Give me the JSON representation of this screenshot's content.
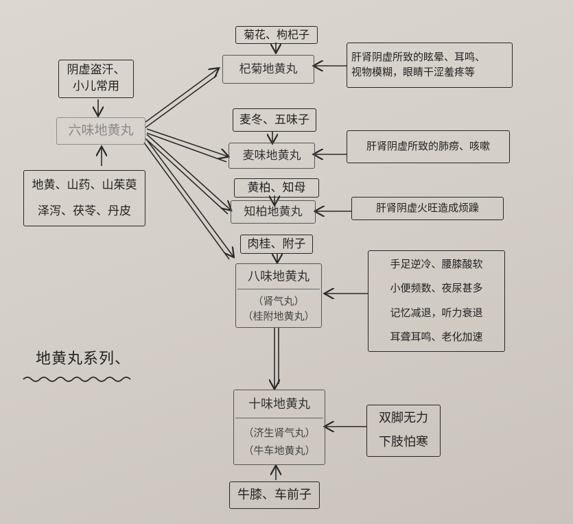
{
  "diagram": {
    "title": "地黄丸系列、",
    "nodes": {
      "source_top": "阴虚盗汗、小儿常用",
      "source_liuwei": "六味地黄丸",
      "source_ingredients": [
        "地黄、山药、山茱萸",
        "泽泻、茯苓、丹皮"
      ],
      "qiju_added": "菊花、枸杞子",
      "qiju_name": "杞菊地黄丸",
      "qiju_use": [
        "肝肾阴虚所致的眩晕、耳鸣、",
        "视物模糊，眼睛干涩羞疼等"
      ],
      "maiwei_added": "麦冬、五味子",
      "maiwei_name": "麦味地黄丸",
      "maiwei_use": "肝肾阴虚所致的肺痨、咳嗽",
      "zhibai_added": "黄柏、知母",
      "zhibai_name": "知柏地黄丸",
      "zhibai_use": "肝肾阴虚火旺造成烦躁",
      "bawei_added": "肉桂、附子",
      "bawei_name": "八味地黄丸",
      "bawei_alias": [
        "（肾气丸）",
        "（桂附地黄丸）"
      ],
      "bawei_use": [
        "手足逆冷、腰膝酸软",
        "小便频数、夜尿甚多",
        "记忆减退，听力衰退",
        "耳聋耳鸣、老化加速"
      ],
      "shiwei_name": "十味地黄丸",
      "shiwei_alias": [
        "（济生肾气丸）",
        "（牛车地黄丸）"
      ],
      "shiwei_use": [
        "双脚无力",
        "下肢怕寒"
      ],
      "shiwei_added": "牛膝、车前子"
    }
  }
}
